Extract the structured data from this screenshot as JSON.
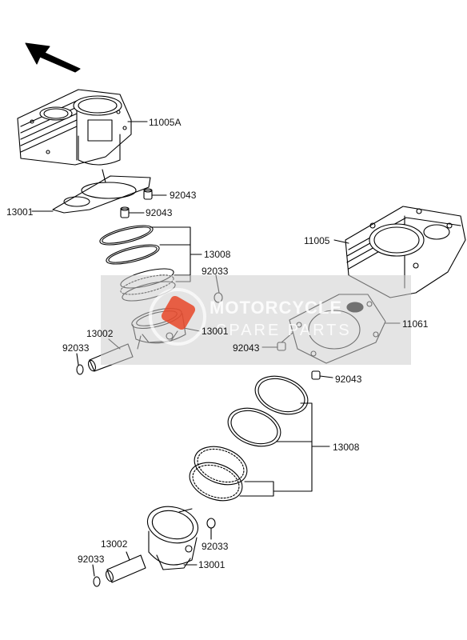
{
  "labels": {
    "p11005A": "11005A",
    "p13001_gasket": "13001",
    "p92043_a": "92043",
    "p92043_b": "92043",
    "p13008_top": "13008",
    "p92033_top_right": "92033",
    "p13002_top": "13002",
    "p13001_top_piston": "13001",
    "p92033_top_left": "92033",
    "p11005": "11005",
    "p11061": "11061",
    "p92043_c": "92043",
    "p92043_d": "92043",
    "p13008_bottom": "13008",
    "p13002_bottom": "13002",
    "p92033_bottom_right": "92033",
    "p92033_bottom_left": "92033",
    "p13001_bottom_piston": "13001"
  },
  "watermark": {
    "line1": "MOTORCYCLE",
    "line2": "SPARE PARTS"
  },
  "colors": {
    "line": "#000000",
    "watermark_bg": "#cdcdcd",
    "watermark_logo": "#e84628"
  }
}
